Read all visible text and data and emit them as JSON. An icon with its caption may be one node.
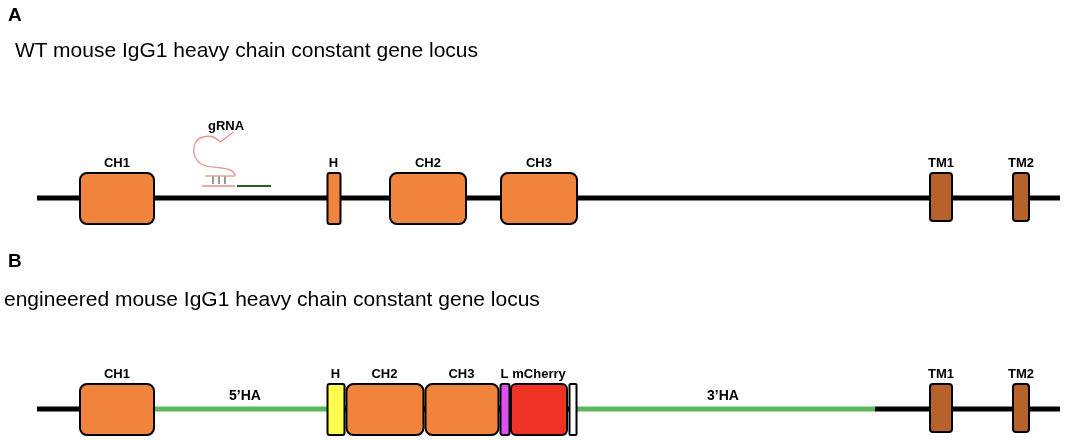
{
  "diagram": {
    "nodes": [
      {
        "text": [
          "CH1"
        ]
      },
      {
        "text": [
          "H"
        ]
      },
      {
        "text": [
          "CH2"
        ]
      },
      {
        "text": [
          "CH3"
        ]
      },
      {
        "text": [
          "TM1"
        ]
      },
      {
        "text": [
          "TM2"
        ]
      },
      {
        "text": [
          "CH1"
        ]
      },
      {
        "text": [
          "H"
        ]
      },
      {
        "text": [
          "CH2"
        ]
      },
      {
        "text": [
          "CH3"
        ]
      },
      {
        "text": [
          "L"
        ]
      },
      {
        "text": [
          "mCherry"
        ]
      },
      {
        "text": [],
        "shape": "box"
      },
      {
        "text": [
          "TM1"
        ]
      },
      {
        "text": [
          "TM2"
        ]
      }
    ],
    "edges": [],
    "labels": [
      "A",
      "WT mouse IgG1 heavy chain constant gene locus",
      "gRNA",
      "B",
      "engineered mouse IgG1 heavy chain constant gene locus",
      "5’HA",
      "3’HA"
    ]
  }
}
